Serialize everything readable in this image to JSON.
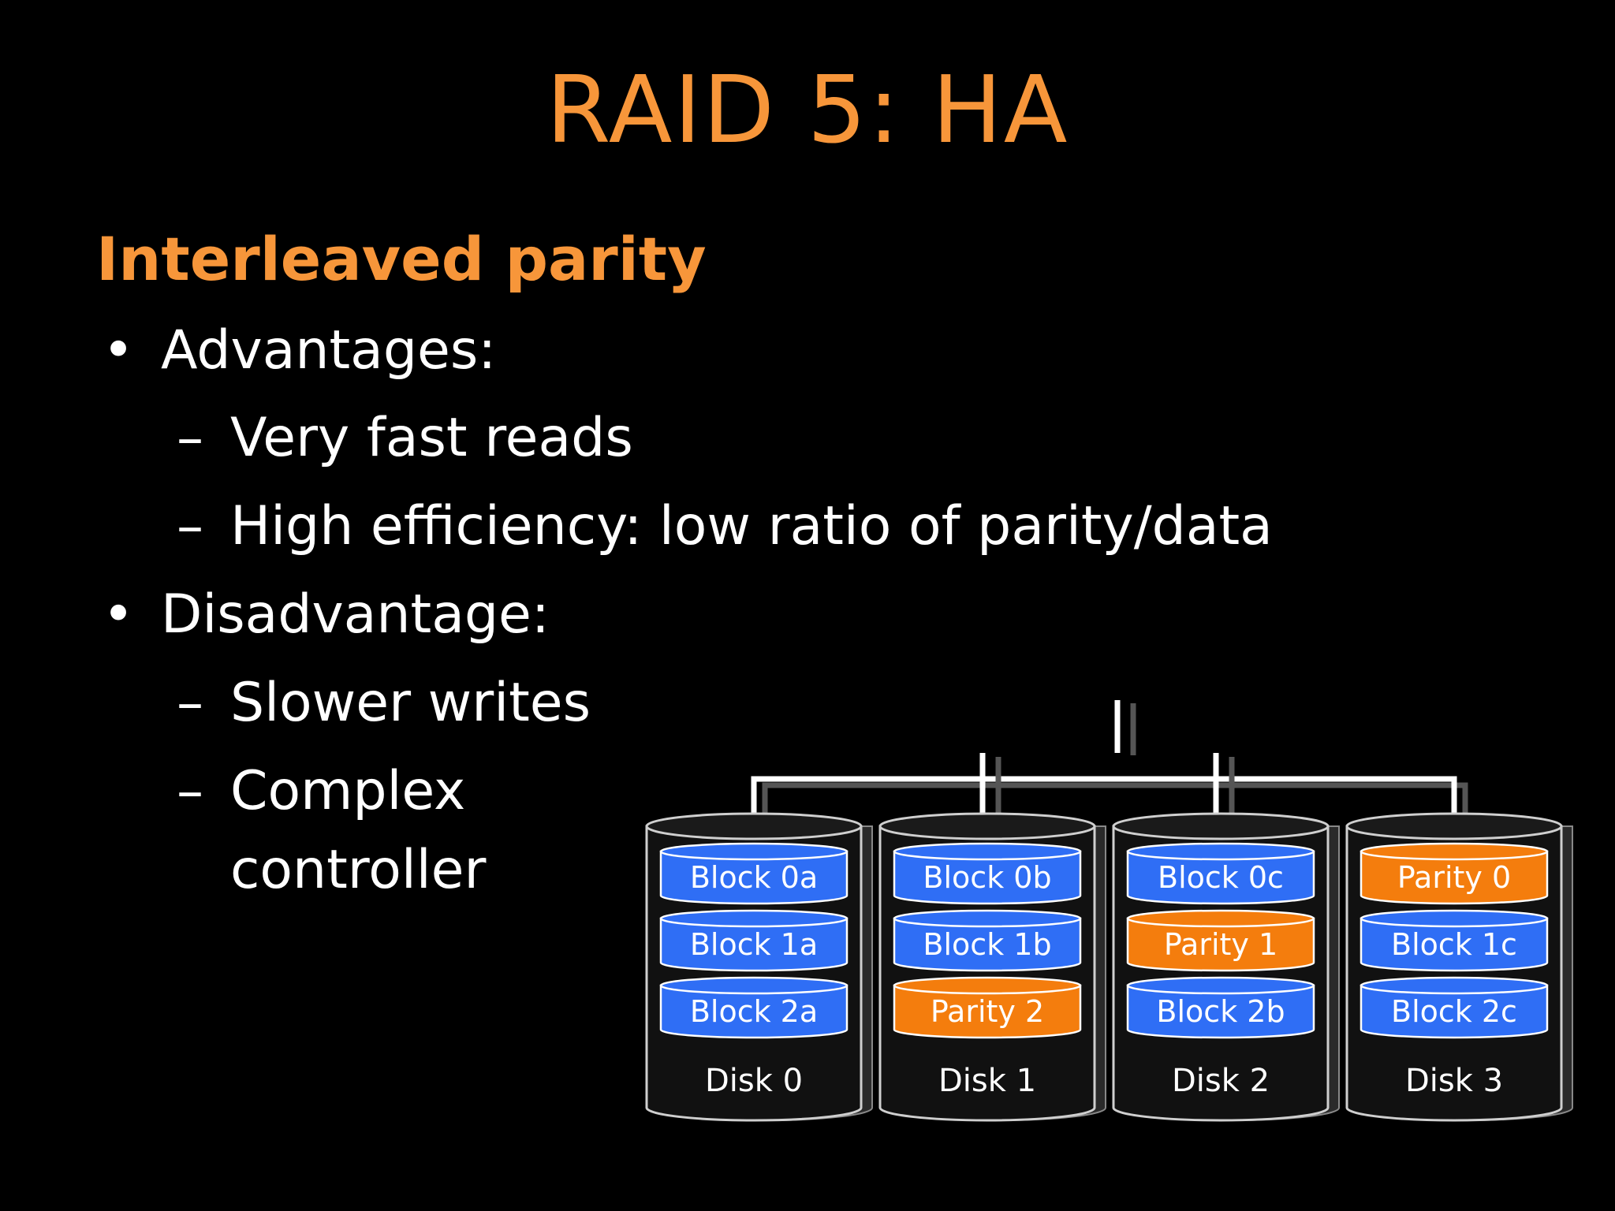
{
  "slide": {
    "title": "RAID 5: HA",
    "heading": "Interleaved parity",
    "bullets": {
      "advantages": "Advantages:",
      "fast_reads": "Very fast reads",
      "efficiency": "High efficiency: low ratio of parity/data",
      "disadvantage": "Disadvantage:",
      "slower_writes": "Slower writes",
      "complex_line1": "Complex",
      "complex_line2": "controller"
    },
    "bullet_glyph": "•",
    "dash_glyph": "–"
  },
  "diagram": {
    "colors": {
      "data_block": "#2f6ef5",
      "parity_block": "#f47d0d",
      "disk_body": "#111111",
      "disk_outline": "#cfcfcf",
      "bus": "#ffffff"
    },
    "disks": [
      {
        "label": "Disk 0",
        "blocks": [
          {
            "label": "Block 0a",
            "kind": "data"
          },
          {
            "label": "Block 1a",
            "kind": "data"
          },
          {
            "label": "Block 2a",
            "kind": "data"
          }
        ]
      },
      {
        "label": "Disk 1",
        "blocks": [
          {
            "label": "Block 0b",
            "kind": "data"
          },
          {
            "label": "Block 1b",
            "kind": "data"
          },
          {
            "label": "Parity 2",
            "kind": "parity"
          }
        ]
      },
      {
        "label": "Disk 2",
        "blocks": [
          {
            "label": "Block 0c",
            "kind": "data"
          },
          {
            "label": "Parity 1",
            "kind": "parity"
          },
          {
            "label": "Block 2b",
            "kind": "data"
          }
        ]
      },
      {
        "label": "Disk 3",
        "blocks": [
          {
            "label": "Parity 0",
            "kind": "parity"
          },
          {
            "label": "Block 1c",
            "kind": "data"
          },
          {
            "label": "Block 2c",
            "kind": "data"
          }
        ]
      }
    ]
  }
}
